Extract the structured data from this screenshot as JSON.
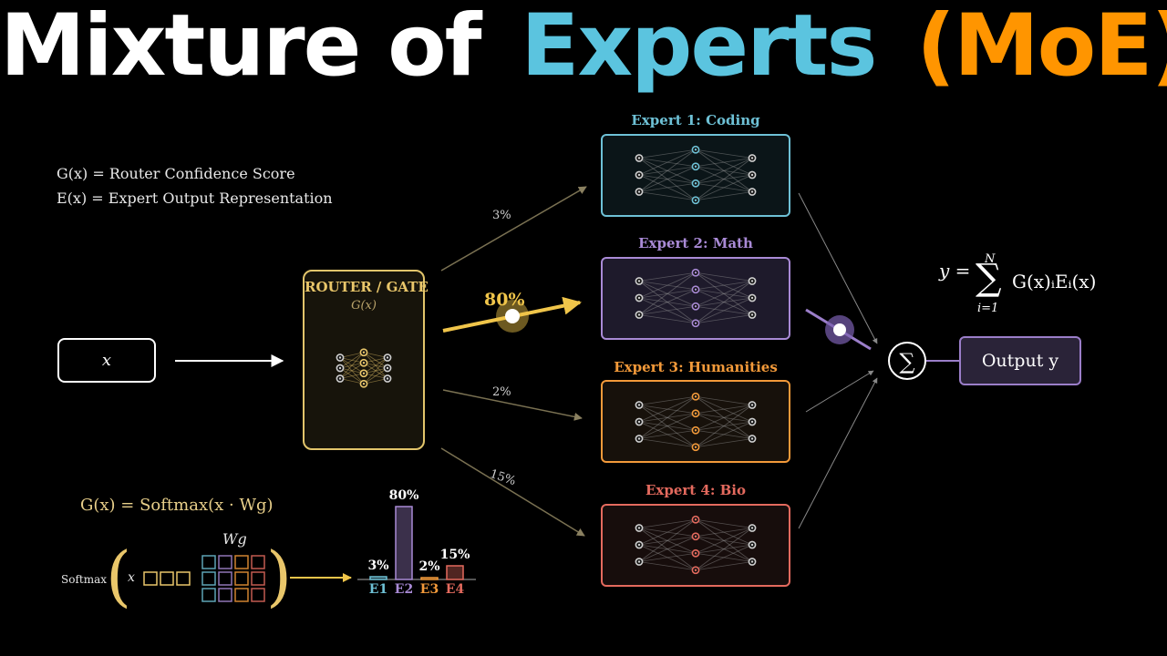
{
  "title": {
    "part1": "Mixture of",
    "part2": "Experts",
    "part3": "(MoE)"
  },
  "colors": {
    "title_white": "#ffffff",
    "title_blue": "#5bc4df",
    "title_orange": "#ff9500",
    "router": "#e9c66a",
    "expert1": "#6ec1d6",
    "expert2": "#a98ad6",
    "expert3": "#f39a3a",
    "expert4": "#e46a5e",
    "output": "#9b7ec9"
  },
  "legend": {
    "g_def": "G(x) = Router Confidence Score",
    "e_def": "E(x) = Expert Output Representation"
  },
  "input_label": "x",
  "router": {
    "title": "ROUTER / GATE",
    "subtitle": "G(x)"
  },
  "experts": [
    {
      "label": "Expert 1: Coding",
      "pct": "3%"
    },
    {
      "label": "Expert 2: Math",
      "pct": "80%"
    },
    {
      "label": "Expert 3: Humanities",
      "pct": "2%"
    },
    {
      "label": "Expert 4: Bio",
      "pct": "15%"
    }
  ],
  "output_label": "Output y",
  "formula_y": {
    "lhs": "y =",
    "sum": "∑",
    "upper": "N",
    "lower": "i=1",
    "rhs": "G(x)ᵢEᵢ(x)"
  },
  "softmax_formula": "G(x) = Softmax(x · Wg)",
  "softmax_label": "Softmax",
  "softmax_x": "x",
  "softmax_w": "Wg",
  "sum_icon": "sigma-summation-icon",
  "chart_data": {
    "type": "bar",
    "categories": [
      "E1",
      "E2",
      "E3",
      "E4"
    ],
    "values": [
      3,
      80,
      2,
      15
    ],
    "data_labels": [
      "3%",
      "80%",
      "2%",
      "15%"
    ],
    "colors": [
      "#6ec1d6",
      "#a98ad6",
      "#f39a3a",
      "#e46a5e"
    ],
    "ylim": [
      0,
      80
    ]
  }
}
